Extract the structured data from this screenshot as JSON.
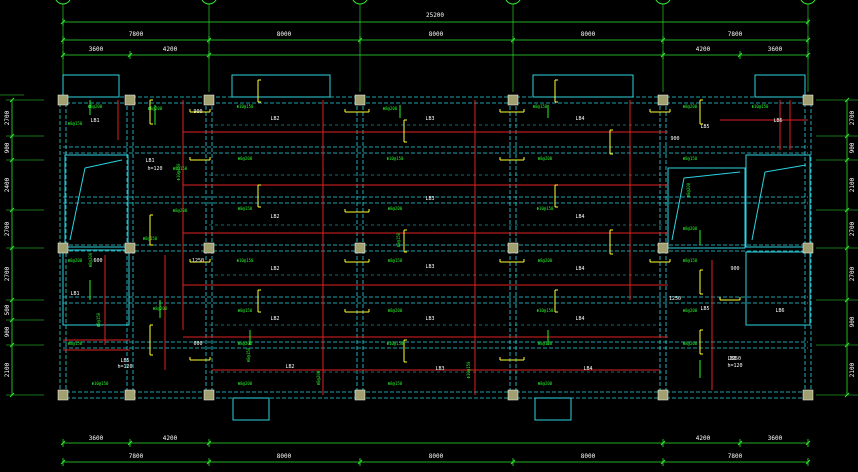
{
  "drawing": {
    "colors": {
      "background": "#000000",
      "beam": "#2bd3e0",
      "slab_rebar": "#e02020",
      "support_rebar": "#ffff33",
      "annotation": "#29f029",
      "dimension": "#2ee82e",
      "column": "#a0a070",
      "text": "#ffffff"
    },
    "top_dims": {
      "overall": "25200",
      "row1": [
        "7800",
        "8000",
        "8000",
        "8000",
        "7800"
      ],
      "row2": [
        "3600",
        "4200",
        "4200",
        "3600"
      ]
    },
    "bottom_dims": {
      "row1": [
        "3600",
        "4200",
        "4200",
        "3600"
      ],
      "row2": [
        "7800",
        "8000",
        "8000",
        "8000",
        "7800"
      ]
    },
    "left_dims": [
      "2700",
      "900",
      "2400",
      "2700",
      "2700",
      "500",
      "900",
      "2100"
    ],
    "right_dims": [
      "2700",
      "900",
      "2100",
      "2700",
      "2700",
      "900",
      "2100"
    ],
    "slab_labels": [
      "LB1",
      "LB2",
      "LB3",
      "LB4",
      "LB5",
      "LB6",
      "h=120"
    ],
    "rebar_labels": [
      "Φ8@200",
      "Φ8@150",
      "Φ10@150"
    ],
    "note_values": [
      "900",
      "1250",
      "600"
    ]
  }
}
